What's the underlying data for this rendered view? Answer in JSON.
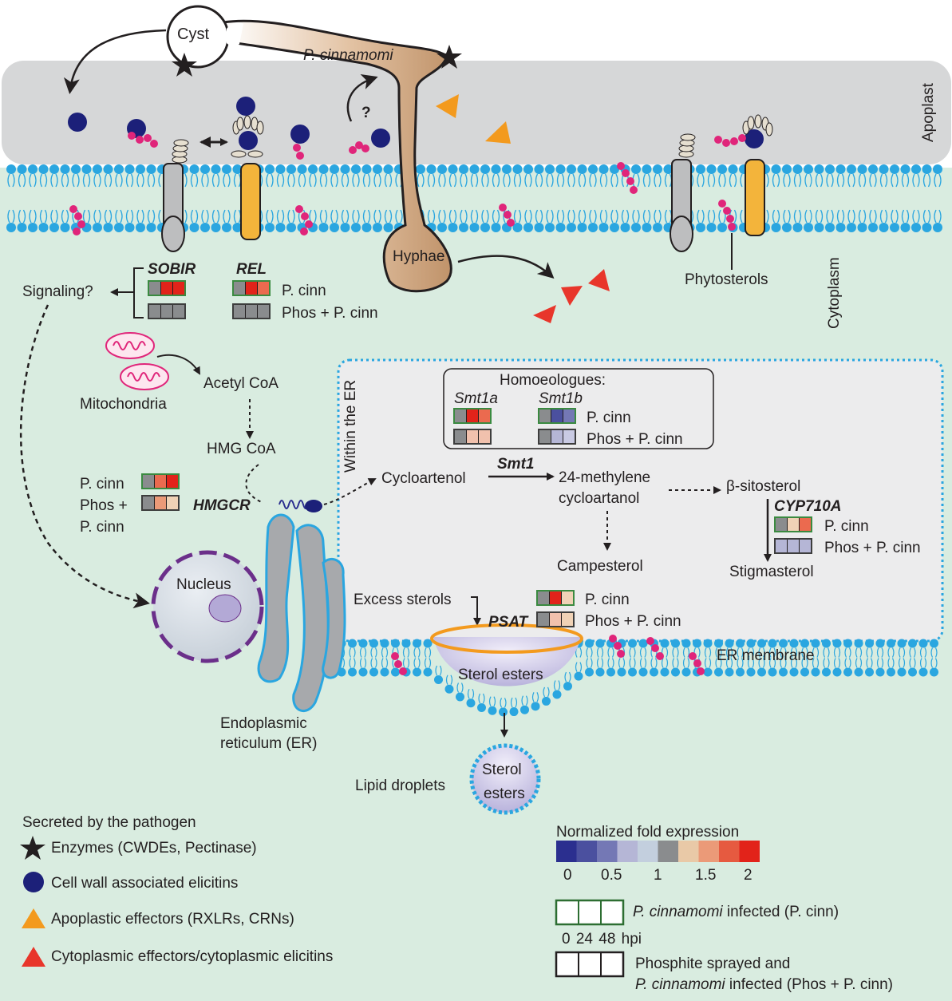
{
  "labels": {
    "cyst": "Cyst",
    "pathogen": "P. cinnamomi",
    "question": "?",
    "apoplast": "Apoplast",
    "hyphae": "Hyphae",
    "cytoplasm": "Cytoplasm",
    "phytosterols": "Phytosterols",
    "signaling": "Signaling?",
    "mitochondria": "Mitochondria",
    "acetyl_coa": "Acetyl CoA",
    "hmg_coa": "HMG CoA",
    "nucleus": "Nucleus",
    "er": "Endoplasmic",
    "er2": "reticulum (ER)",
    "within_er": "Within the ER",
    "cycloartenol": "Cycloartenol",
    "smt1": "Smt1",
    "methylene1": "24-methylene",
    "methylene2": "cycloartanol",
    "sitosterol": "β-sitosterol",
    "cyp": "CYP710A",
    "stigmasterol": "Stigmasterol",
    "campesterol": "Campesterol",
    "excess": "Excess sterols",
    "psat": "PSAT",
    "sterol_esters": "Sterol esters",
    "er_membrane": "ER membrane",
    "lipid_droplets": "Lipid droplets",
    "sterol": "Sterol",
    "esters": "esters",
    "homoeologues": "Homoeologues:",
    "smt1a": "Smt1a",
    "smt1b": "Smt1b",
    "sobir": "SOBIR",
    "rel": "REL",
    "hmgcr": "HMGCR",
    "pcinn": "P. cinn",
    "phos_pcinn": "Phos + P. cinn",
    "phos_plus": "Phos +"
  },
  "legend": {
    "title": "Secreted by the pathogen",
    "items": [
      {
        "icon": "star-icon",
        "label": "Enzymes (CWDEs, Pectinase)"
      },
      {
        "icon": "circle-icon",
        "label": "Cell wall associated elicitins"
      },
      {
        "icon": "orange-triangle-icon",
        "label": "Apoplastic effectors (RXLRs, CRNs)"
      },
      {
        "icon": "red-triangle-icon",
        "label": "Cytoplasmic effectors/cytoplasmic elicitins"
      }
    ],
    "scale_title": "Normalized fold expression",
    "scale_colors": [
      "#2b2f8f",
      "#4b509f",
      "#7478b5",
      "#b5b6d6",
      "#c3cfde",
      "#8a8c8e",
      "#e9c9a7",
      "#eb9a78",
      "#e65a40",
      "#e2231a"
    ],
    "scale_ticks": [
      "0",
      "0.5",
      "1",
      "1.5",
      "2"
    ],
    "infected_a": "P. cinnamomi",
    "infected_b": " infected (P. cinn)",
    "hpi": "0  24  48  hpi",
    "phosphite1": "Phosphite sprayed and",
    "phosphite2a": "P. cinnamomi",
    "phosphite2b": " infected (Phos + P. cinn)"
  },
  "heatmaps": {
    "sobir_pcinn": [
      "#8a8c8e",
      "#e2231a",
      "#e2231a"
    ],
    "sobir_phos": [
      "#8a8c8e",
      "#8a8c8e",
      "#8a8c8e"
    ],
    "rel_pcinn": [
      "#8a8c8e",
      "#e2231a",
      "#eb6a4f"
    ],
    "rel_phos": [
      "#8a8c8e",
      "#8a8c8e",
      "#8a8c8e"
    ],
    "hmgcr_pcinn": [
      "#8a8c8e",
      "#eb6a4f",
      "#e2231a"
    ],
    "hmgcr_phos": [
      "#8a8c8e",
      "#eb9a78",
      "#f0d2b6"
    ],
    "smt1a_pcinn": [
      "#8a8c8e",
      "#e2231a",
      "#eb6a4f"
    ],
    "smt1a_phos": [
      "#8a8c8e",
      "#f1c1ad",
      "#f1c1ad"
    ],
    "smt1b_pcinn": [
      "#8a8c8e",
      "#4b509f",
      "#7478b5"
    ],
    "smt1b_phos": [
      "#8a8c8e",
      "#b5b6d6",
      "#c9cae3"
    ],
    "cyp_pcinn": [
      "#8a8c8e",
      "#f0d2b6",
      "#eb6a4f"
    ],
    "cyp_phos": [
      "#b5b6d6",
      "#b5b6d6",
      "#b5b6d6"
    ],
    "psat_pcinn": [
      "#8a8c8e",
      "#e2231a",
      "#f0d2b6"
    ],
    "psat_phos": [
      "#8a8c8e",
      "#f1c1ad",
      "#f0d2b6"
    ]
  }
}
